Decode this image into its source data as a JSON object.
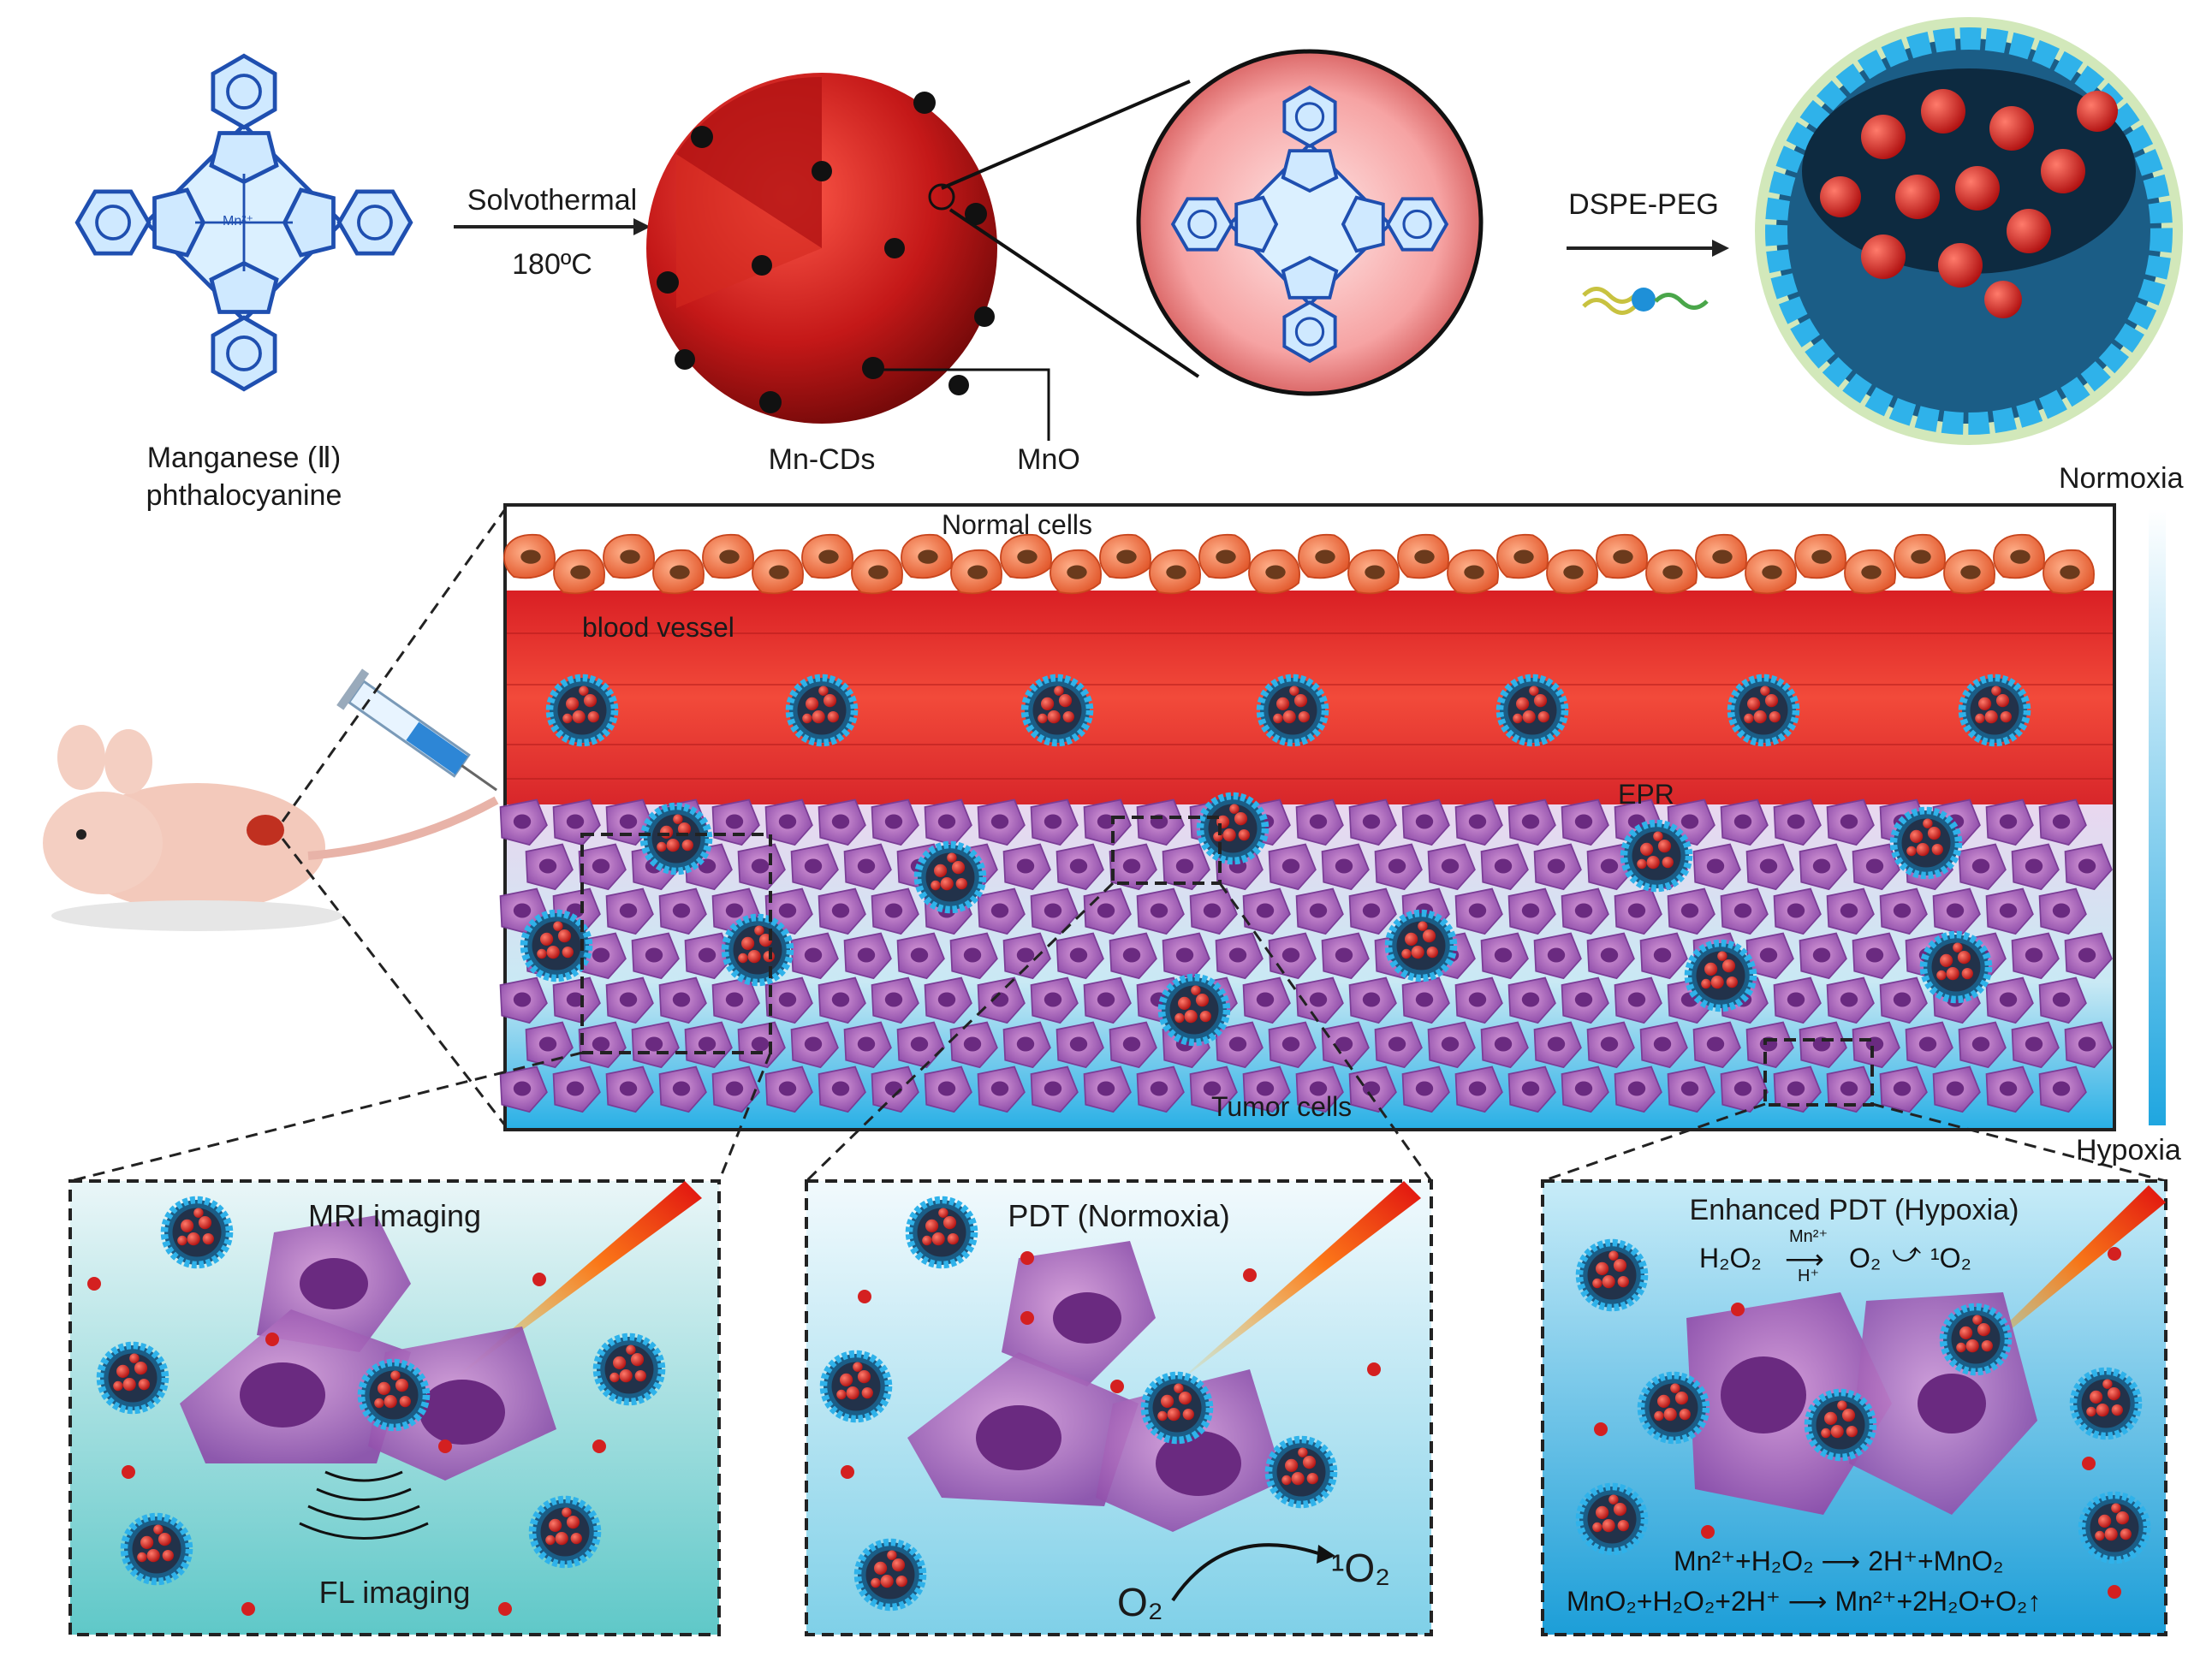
{
  "top": {
    "precursor_label_line1": "Manganese (Ⅱ)",
    "precursor_label_line2": "phthalocyanine",
    "step1_top": "Solvothermal",
    "step1_bottom": "180ºC",
    "cd_label": "Mn-CDs",
    "mno_label": "MnO",
    "step2_top": "DSPE-PEG",
    "mn_center": "Mn²⁺"
  },
  "tissue": {
    "normoxia": "Normoxia",
    "hypoxia": "Hypoxia",
    "normal_cells": "Normal cells",
    "blood_vessel": "blood vessel",
    "epr": "EPR",
    "tumor_cells": "Tumor cells"
  },
  "panels": {
    "mri_title": "MRI imaging",
    "fl_label": "FL imaging",
    "pdt_title": "PDT (Normoxia)",
    "pdt_eq_left": "O₂",
    "pdt_eq_right": "¹O₂",
    "enh_title": "Enhanced PDT (Hypoxia)",
    "enh_eq1_left": "H₂O₂",
    "enh_eq1_cat_top": "Mn²⁺",
    "enh_eq1_cat_bottom": "H⁺",
    "enh_eq1_mid": "O₂",
    "enh_eq1_right": "¹O₂",
    "enh_eq2": "Mn²⁺+H₂O₂ ⟶ 2H⁺+MnO₂",
    "enh_eq3": "MnO₂+H₂O₂+2H⁺ ⟶ Mn²⁺+2H₂O+O₂↑"
  },
  "colors": {
    "pc_fill": "#d9efff",
    "pc_stroke": "#1f4fb0",
    "cd_red": "#c81e1e",
    "vessel_red": "#e03030",
    "tumor_purple": "#a05cc0",
    "hypoxia_blue": "#29a9e0",
    "nano_blue": "#1e90d8"
  }
}
